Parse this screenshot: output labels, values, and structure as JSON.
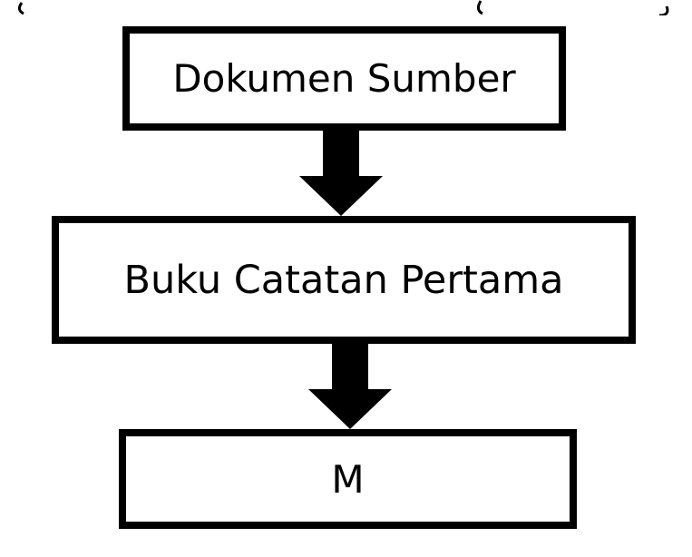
{
  "boxes": [
    {
      "label": "Dokumen Sumber"
    },
    {
      "label": "Buku Catatan Pertama"
    },
    {
      "label": "M"
    }
  ]
}
